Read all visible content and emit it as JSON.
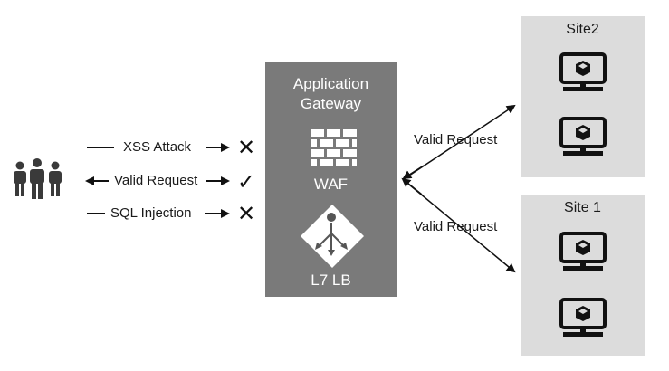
{
  "clients": {
    "icon": "users-icon",
    "requests": [
      {
        "label": "XSS Attack",
        "result_icon": "cross-icon",
        "result": "✕"
      },
      {
        "label": "Valid Request",
        "result_icon": "check-icon",
        "result": "✓"
      },
      {
        "label": "SQL Injection",
        "result_icon": "cross-icon",
        "result": "✕"
      }
    ]
  },
  "gateway": {
    "title_line1": "Application",
    "title_line2": "Gateway",
    "waf_label": "WAF",
    "waf_icon": "firewall-icon",
    "lb_label": "L7 LB",
    "lb_icon": "load-balancer-icon",
    "color": "#7a7a7a"
  },
  "routes": [
    {
      "label": "Valid Request"
    },
    {
      "label": "Valid Request"
    }
  ],
  "sites": [
    {
      "title": "Site2",
      "server_icon": "server-monitor-icon"
    },
    {
      "title": "Site 1",
      "server_icon": "server-monitor-icon"
    }
  ],
  "site_color": "#dcdcdc"
}
